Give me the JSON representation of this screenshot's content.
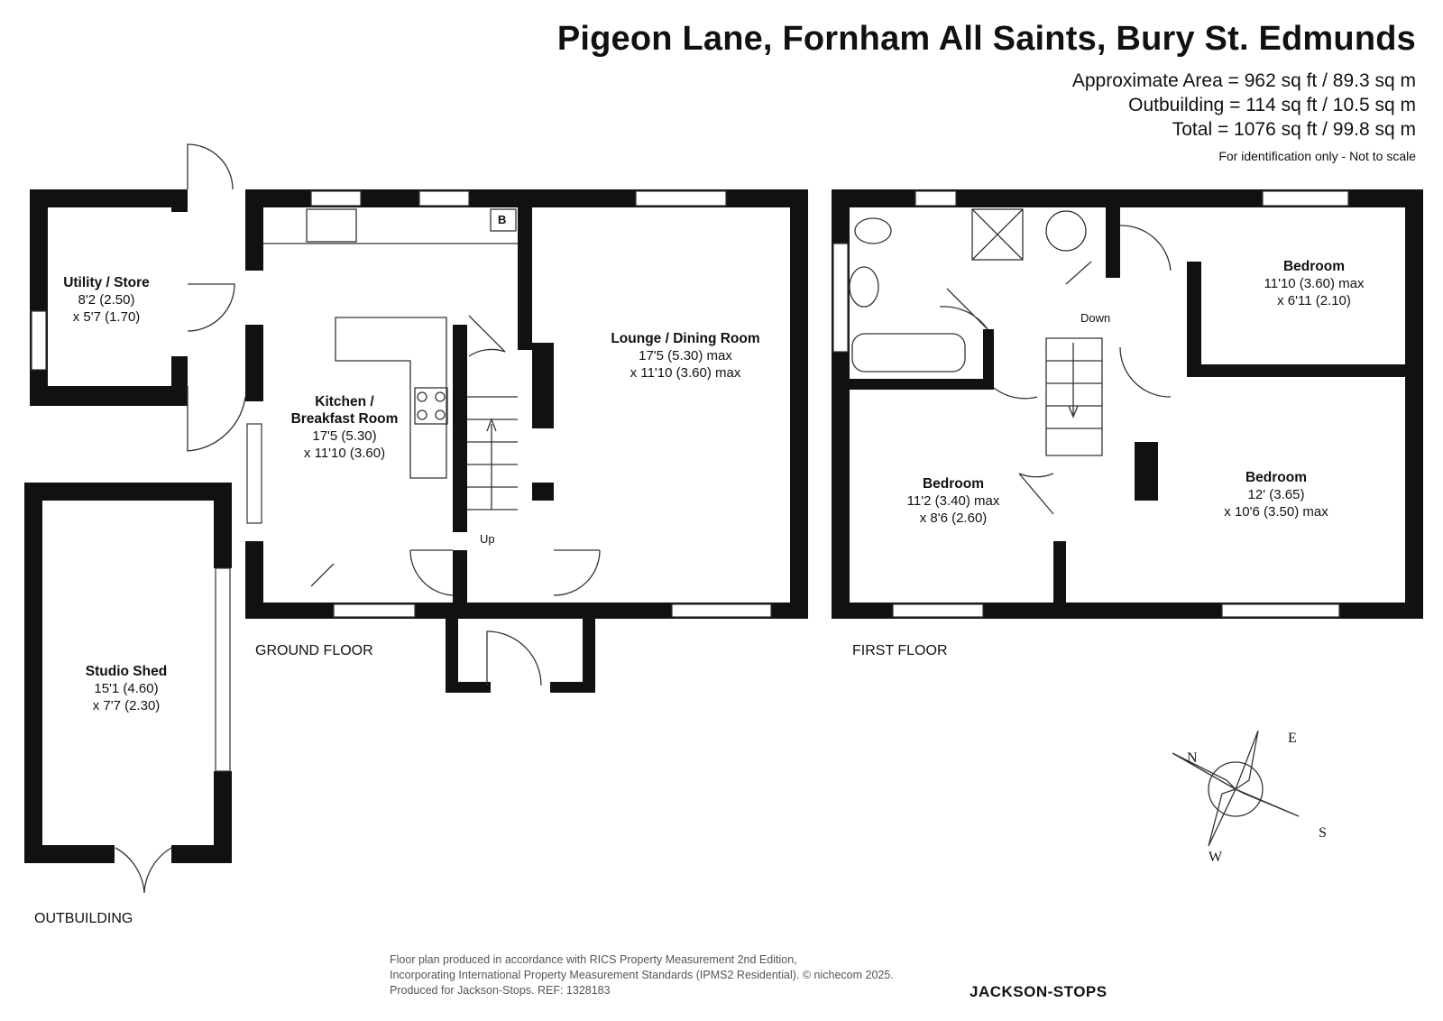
{
  "header": {
    "title": "Pigeon Lane, Fornham All Saints, Bury St. Edmunds",
    "area_line1": "Approximate Area = 962 sq ft / 89.3 sq m",
    "area_line2": "Outbuilding = 114 sq ft / 10.5 sq m",
    "area_line3": "Total = 1076 sq ft / 99.8 sq m",
    "note": "For identification only - Not to scale"
  },
  "floors": {
    "ground": "GROUND FLOOR",
    "first": "FIRST FLOOR",
    "outbuilding": "OUTBUILDING"
  },
  "rooms": {
    "utility": {
      "name": "Utility / Store",
      "dim1": "8'2 (2.50)",
      "dim2": "x 5'7 (1.70)"
    },
    "kitchen": {
      "name1": "Kitchen /",
      "name2": "Breakfast Room",
      "dim1": "17'5 (5.30)",
      "dim2": "x 11'10 (3.60)"
    },
    "lounge": {
      "name": "Lounge / Dining Room",
      "dim1": "17'5 (5.30) max",
      "dim2": "x 11'10 (3.60) max"
    },
    "bedroom1": {
      "name": "Bedroom",
      "dim1": "11'10 (3.60) max",
      "dim2": "x 6'11 (2.10)"
    },
    "bedroom2": {
      "name": "Bedroom",
      "dim1": "11'2 (3.40) max",
      "dim2": "x 8'6 (2.60)"
    },
    "bedroom3": {
      "name": "Bedroom",
      "dim1": "12' (3.65)",
      "dim2": "x 10'6 (3.50) max"
    },
    "studio": {
      "name": "Studio Shed",
      "dim1": "15'1 (4.60)",
      "dim2": "x 7'7 (2.30)"
    }
  },
  "stairs": {
    "up": "Up",
    "down": "Down"
  },
  "boiler": "B",
  "compass": {
    "n": "N",
    "e": "E",
    "s": "S",
    "w": "W"
  },
  "footer": {
    "line1": "Floor plan produced in accordance with RICS Property Measurement 2nd Edition,",
    "line2": "Incorporating International Property Measurement Standards (IPMS2 Residential).  © nichecom 2025.",
    "line3": "Produced for Jackson-Stops.   REF:  1328183"
  },
  "brand": "JACKSON-STOPS",
  "colors": {
    "wall": "#111111",
    "line": "#333333",
    "background": "#ffffff"
  }
}
